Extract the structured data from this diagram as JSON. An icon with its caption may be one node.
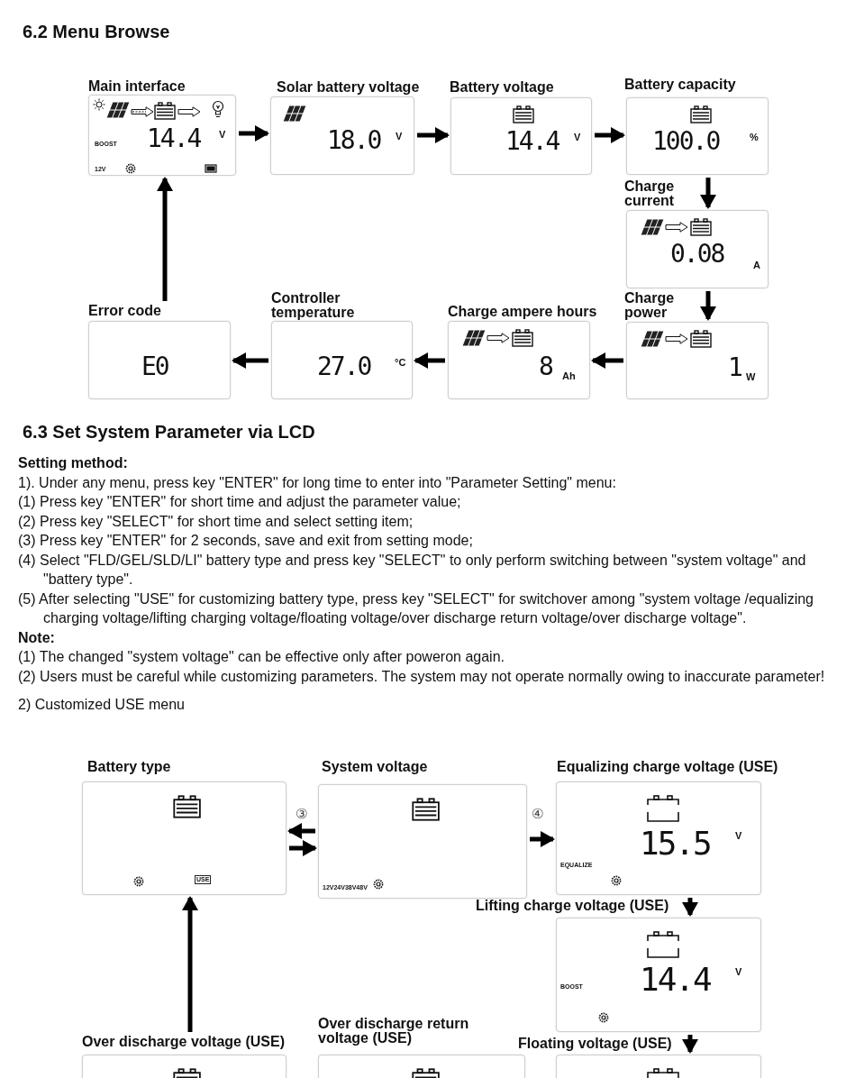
{
  "diagram": {
    "nodes": [
      {
        "text": [
          "Main interface",
          "BOOST",
          "14.4",
          "V",
          "12V"
        ]
      },
      {
        "text": [
          "Solar battery voltage",
          "18.0",
          "V"
        ]
      },
      {
        "text": [
          "Battery voltage",
          "14.4",
          "V"
        ]
      },
      {
        "text": [
          "Battery capacity",
          "100.0",
          "%"
        ]
      },
      {
        "text": [
          "Charge current",
          "0.08",
          "A"
        ]
      },
      {
        "text": [
          "Charge power",
          "1",
          "W"
        ]
      },
      {
        "text": [
          "Charge ampere hours",
          "8",
          "Ah"
        ]
      },
      {
        "text": [
          "Controller temperature",
          "27.0",
          "°C"
        ]
      },
      {
        "text": [
          "Error code",
          "E0"
        ]
      },
      {
        "text": [
          "Battery type",
          "USE"
        ]
      },
      {
        "text": [
          "System voltage",
          "12V24V38V48V"
        ]
      },
      {
        "text": [
          "Equalizing charge voltage (USE)",
          "EQUALIZE",
          "15.5",
          "V"
        ]
      },
      {
        "text": [
          "Lifting charge voltage (USE)",
          "BOOST",
          "14.4",
          "V"
        ]
      },
      {
        "text": [
          "Floating voltage (USE)"
        ]
      },
      {
        "text": [
          "Over discharge return voltage (USE)"
        ]
      },
      {
        "text": [
          "Over discharge voltage (USE)"
        ]
      }
    ],
    "edges": [
      {
        "from": 0,
        "to": 1,
        "arrow": "to"
      },
      {
        "from": 1,
        "to": 2,
        "arrow": "to"
      },
      {
        "from": 2,
        "to": 3,
        "arrow": "to"
      },
      {
        "from": 3,
        "to": 4,
        "arrow": "to"
      },
      {
        "from": 4,
        "to": 5,
        "arrow": "to"
      },
      {
        "from": 5,
        "to": 6,
        "arrow": "to"
      },
      {
        "from": 6,
        "to": 7,
        "arrow": "to"
      },
      {
        "from": 7,
        "to": 8,
        "arrow": "to"
      },
      {
        "from": 8,
        "to": 0,
        "arrow": "to"
      },
      {
        "from": 10,
        "to": 9,
        "arrow": "to",
        "label": "③"
      },
      {
        "from": 9,
        "to": 10,
        "arrow": "to"
      },
      {
        "from": 10,
        "to": 11,
        "arrow": "to",
        "label": "④"
      },
      {
        "from": 11,
        "to": 12,
        "arrow": "to"
      },
      {
        "from": 12,
        "to": 13,
        "arrow": "to"
      },
      {
        "from": 15,
        "to": 9,
        "arrow": "to"
      }
    ],
    "labels": [
      "6.2 Menu Browse",
      "6.3 Set System Parameter via LCD",
      "Setting method:",
      "1). Under any menu, press key \"ENTER\" for long time to enter into \"Parameter Setting\" menu:",
      "(1) Press key \"ENTER\" for short time and adjust the parameter value;",
      "(2) Press key \"SELECT\" for short time and select setting item;",
      "(3) Press key \"ENTER\" for 2 seconds, save and exit from setting mode;",
      "(4) Select \"FLD/GEL/SLD/LI\" battery type and press key \"SELECT\" to only perform switching between \"system voltage\" and \"battery type\".",
      "(5) After selecting \"USE\" for customizing battery type, press key \"SELECT\" for switchover among \"system voltage /equalizing charging voltage/lifting charging voltage/floating voltage/over discharge return voltage/over discharge voltage\".",
      "Note:",
      "(1) The changed \"system voltage\" can be effective only after poweron again.",
      "(2) Users must be careful while customizing parameters. The system may not operate normally owing to inaccurate parameter!",
      "2) Customized USE menu"
    ]
  }
}
